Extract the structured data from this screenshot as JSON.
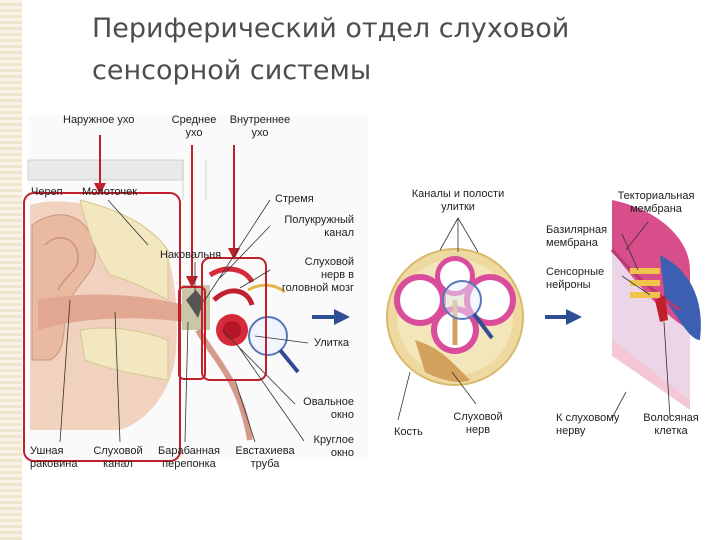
{
  "slide": {
    "title": "Периферический отдел слуховой сенсорной системы"
  },
  "ear": {
    "top": {
      "outer": "Наружное ухо",
      "middle": "Среднее\nухо",
      "inner": "Внутреннее\nухо"
    },
    "skull": "Череп",
    "malleus": "Молоточек",
    "incus": "Наковальня",
    "stapes": "Стремя",
    "canal_semicircular": "Полукружный\nканал",
    "auditory_nerve": "Слуховой\nнерв в\nголовной мозг",
    "cochlea": "Улитка",
    "oval_window": "Овальное\nокно",
    "round_window": "Круглое\nокно",
    "pinna": "Ушная\nраковина",
    "ear_canal": "Слуховой\nканал",
    "eardrum": "Барабанная\nперепонка",
    "eustachian": "Евстахиева\nтруба"
  },
  "cross": {
    "channels": "Каналы и полости\nулитки",
    "bone": "Кость",
    "nerve": "Слуховой\nнерв"
  },
  "organ": {
    "tectorial": "Текториальная\nмембрана",
    "basilar": "Базилярная\nмембрана",
    "sensory": "Сенсорные\nнейроны",
    "to_nerve": "К слуховому\nнерву",
    "hair_cell": "Волосяная\nклетка"
  }
}
